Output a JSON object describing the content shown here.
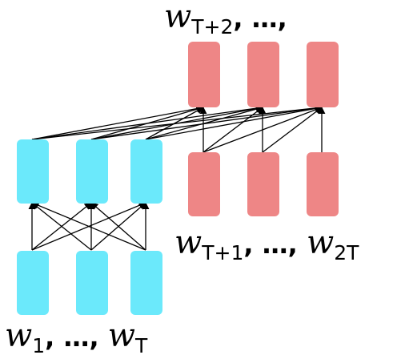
{
  "colors": {
    "encoder": "#6be9fb",
    "decoder": "#ee8686",
    "arrow": "#000000",
    "text": "#000000"
  },
  "labels": {
    "output": {
      "var": "w",
      "sub": "T+2",
      "tail": ", …,",
      "sub2": "",
      "var2": ""
    },
    "decoder_input": {
      "var": "w",
      "sub": "T+1",
      "tail": ", …, ",
      "var2": "w",
      "sub2": "2T"
    },
    "encoder_input": {
      "var": "w",
      "sub": "1",
      "tail": ", …, ",
      "var2": "w",
      "sub2": "T"
    }
  }
}
